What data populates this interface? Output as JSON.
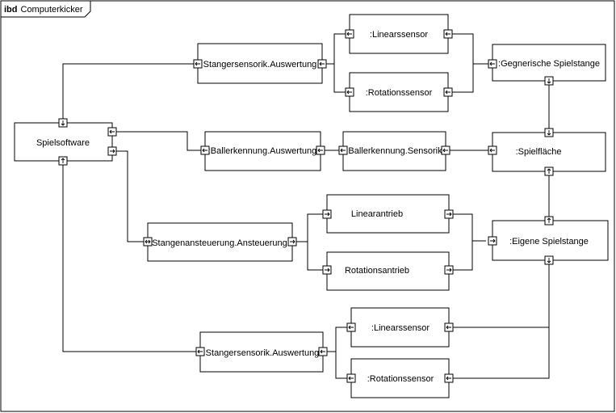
{
  "frame": {
    "kind": "ibd",
    "name": "Computerkicker"
  },
  "blocks": {
    "spielsoftware": "Spielsoftware",
    "stanger_top": "Stangersensorik.Auswertung",
    "linear_top": ":Linearssensor",
    "rotation_top": ":Rotationssensor",
    "gegnerische": ":Gegnerische Spielstange",
    "baller_auswertung": ":Ballerkennung.Auswertung",
    "baller_sensorik": ":Ballerkennung.Sensorik",
    "spielflaeche": ":Spielfläche",
    "ansteuerung": "Stangenansteuerung.Ansteuerung",
    "linearantrieb": "Linearantrieb",
    "rotationsantrieb": "Rotationsantrieb",
    "eigene": ":Eigene Spielstange",
    "stanger_bottom": "Stangersensorik.Auswertung",
    "linear_bottom": ":Linearssensor",
    "rotation_bottom": ":Rotationssensor"
  }
}
